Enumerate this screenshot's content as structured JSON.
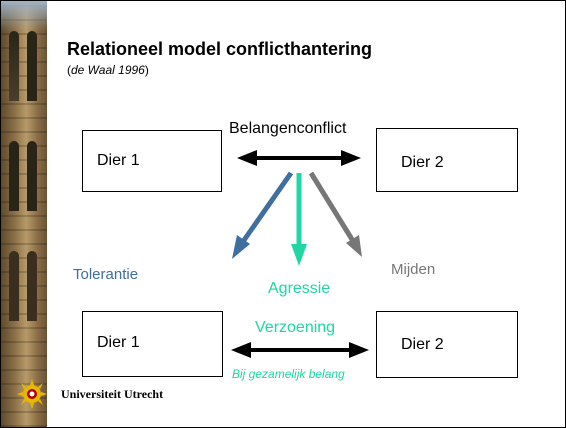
{
  "slide": {
    "title": "Relationeel model conflicthantering",
    "subtitle": {
      "open": "(",
      "citation": "de Waal 1996",
      "close": ")"
    },
    "boxes": {
      "top_left": "Dier 1",
      "top_right": "Dier 2",
      "bottom_left": "Dier 1",
      "bottom_right": "Dier 2"
    },
    "labels": {
      "conflict": "Belangenconflict",
      "tolerance": "Tolerantie",
      "aggression": "Agressie",
      "avoid": "Mijden",
      "reconciliation": "Verzoening",
      "shared_interest": "Bij gezamelijk belang"
    },
    "colors": {
      "tolerance": "#3f6f9e",
      "aggression": "#1fd6a4",
      "avoid": "#777777",
      "conflict_arrow": "#000000"
    },
    "logo": {
      "text": "Universiteit Utrecht",
      "icon": "sun-seal-icon"
    }
  }
}
